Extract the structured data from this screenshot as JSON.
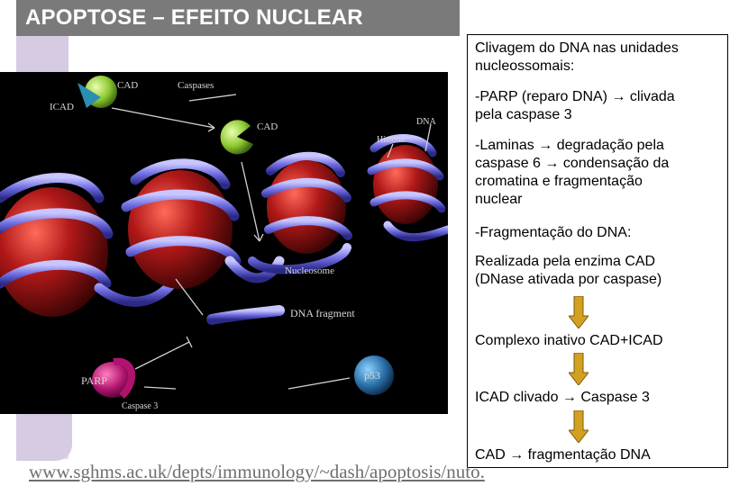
{
  "title": "APOPTOSE – EFEITO NUCLEAR",
  "diagram": {
    "labels": {
      "cad_top": "CAD",
      "icad": "ICAD",
      "caspases": "Caspases",
      "cad_mid": "CAD",
      "dna": "DNA",
      "histone": "Histone",
      "nucleosome": "Nucleosome",
      "dna_fragment": "DNA fragment",
      "parp": "PARP",
      "caspase3": "Caspase 3",
      "p53": "p53"
    },
    "colors": {
      "histone": "#b01818",
      "dna": "#7a78e6",
      "cad": "#9ccf3a",
      "icad": "#2a8fb0",
      "parp": "#b0136e",
      "p53": "#2a6fa8"
    }
  },
  "panel": {
    "heading_line1": "Clivagem do DNA nas unidades",
    "heading_line2": "nucleossomais:",
    "parp_line1": "-PARP (reparo DNA) → clivada",
    "parp_line2": "pela caspase 3",
    "laminas_line1": "-Laminas → degradação pela",
    "laminas_line2": "caspase 6 →  condensação da",
    "laminas_line3": "cromatina e fragmentação",
    "laminas_line4": "nuclear",
    "frag_heading": "-Fragmentação do DNA:",
    "cad_line1": "Realizada pela enzima CAD",
    "cad_line2": "(DNase ativada por caspase)",
    "complex": "Complexo inativo CAD+ICAD",
    "icad_cleaved": "ICAD clivado → Caspase 3",
    "cad_result": "CAD → fragmentação DNA",
    "arrow_color": "#d4a020"
  },
  "source": "www.sghms.ac.uk/depts/immunology/~dash/apoptosis/nuto."
}
